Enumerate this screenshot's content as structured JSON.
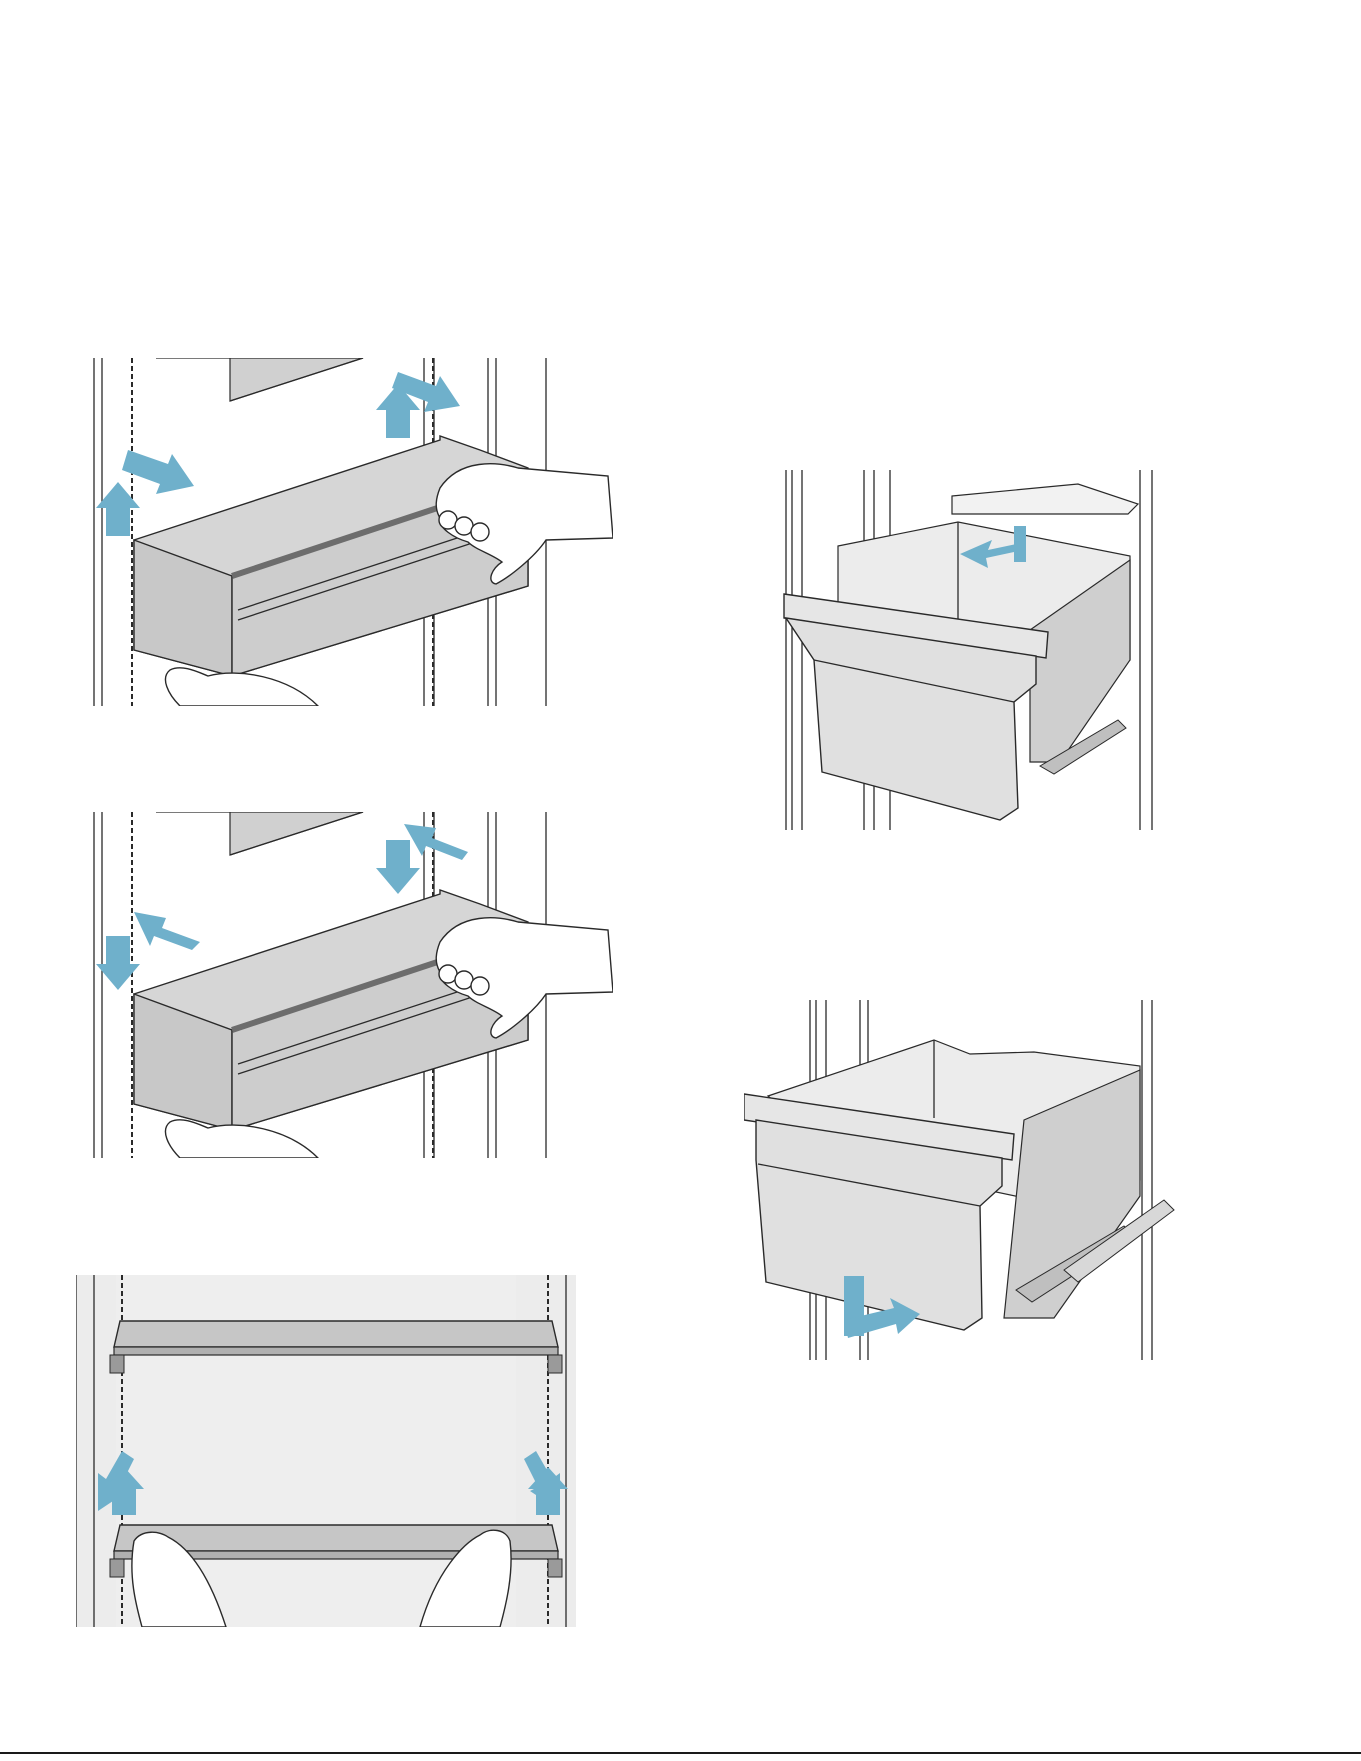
{
  "footer": {
    "code": ""
  },
  "figures": [
    {
      "id": "fig-a",
      "icon": "door-bin-removal-illustration"
    },
    {
      "id": "fig-b",
      "icon": "door-bin-insertion-illustration"
    },
    {
      "id": "fig-c",
      "icon": "shelf-adjustment-illustration"
    },
    {
      "id": "fig-d",
      "icon": "drawer-removal-illustration"
    },
    {
      "id": "fig-e",
      "icon": "drawer-insertion-illustration"
    }
  ],
  "colors": {
    "arrow": "#6fb0cb",
    "bin_front": "#cfcfcf",
    "bin_inner": "#d8d8d8",
    "shelf_top": "#c6c6c6",
    "wall": "#ececec",
    "outline": "#2a2a2a"
  }
}
